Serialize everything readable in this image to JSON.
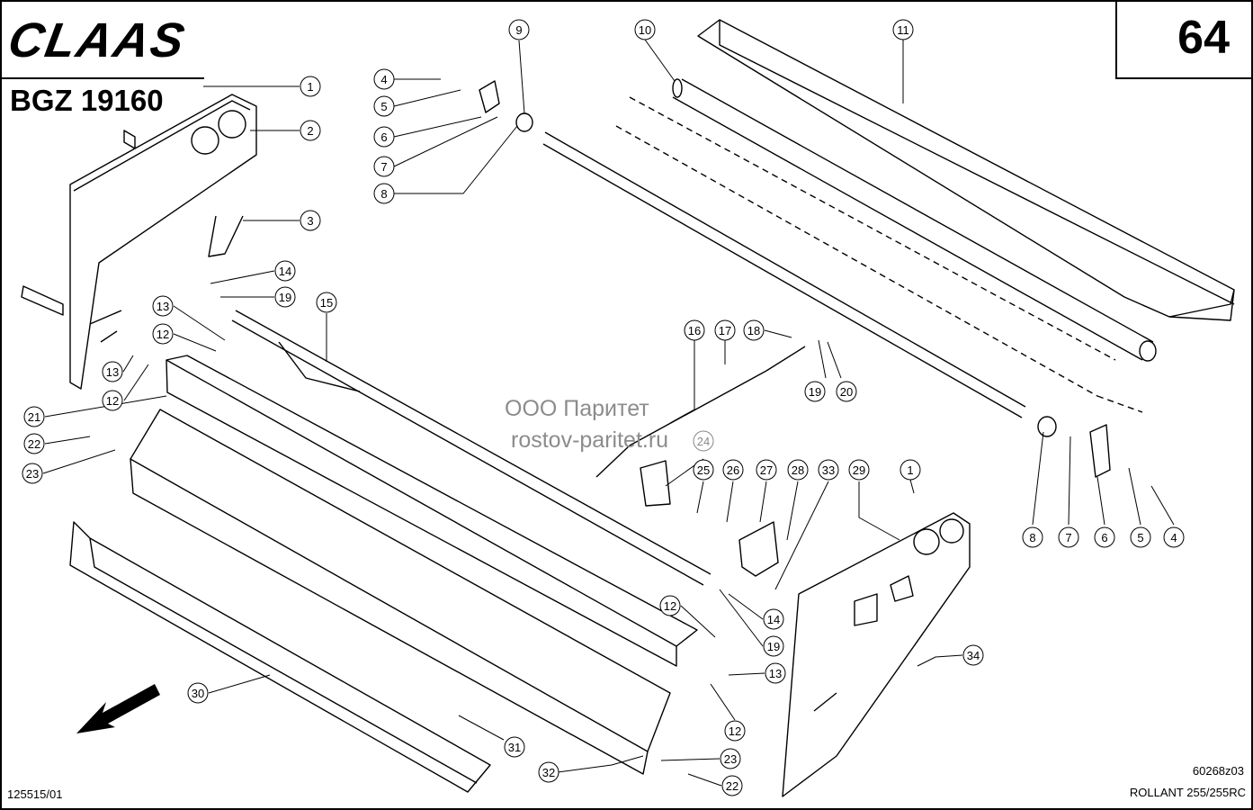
{
  "header": {
    "brand_logo": "CLAAS",
    "assembly_code": "BGZ 19160",
    "page_number": "64"
  },
  "watermark": {
    "line1": "ООО Паритет",
    "line2": "rostov-paritet.ru"
  },
  "footer": {
    "document_number": "125515/01",
    "drawing_number": "60268z03",
    "model": "ROLLANT 255/255RC"
  },
  "callouts": [
    {
      "n": "1"
    },
    {
      "n": "2"
    },
    {
      "n": "3"
    },
    {
      "n": "4"
    },
    {
      "n": "5"
    },
    {
      "n": "6"
    },
    {
      "n": "7"
    },
    {
      "n": "8"
    },
    {
      "n": "9"
    },
    {
      "n": "10"
    },
    {
      "n": "11"
    },
    {
      "n": "14"
    },
    {
      "n": "19"
    },
    {
      "n": "15"
    },
    {
      "n": "13"
    },
    {
      "n": "12"
    },
    {
      "n": "13"
    },
    {
      "n": "12"
    },
    {
      "n": "21"
    },
    {
      "n": "22"
    },
    {
      "n": "23"
    },
    {
      "n": "16"
    },
    {
      "n": "17"
    },
    {
      "n": "18"
    },
    {
      "n": "19"
    },
    {
      "n": "20"
    },
    {
      "n": "24"
    },
    {
      "n": "25"
    },
    {
      "n": "26"
    },
    {
      "n": "27"
    },
    {
      "n": "28"
    },
    {
      "n": "33"
    },
    {
      "n": "29"
    },
    {
      "n": "1"
    },
    {
      "n": "8"
    },
    {
      "n": "7"
    },
    {
      "n": "6"
    },
    {
      "n": "5"
    },
    {
      "n": "4"
    },
    {
      "n": "14"
    },
    {
      "n": "19"
    },
    {
      "n": "12"
    },
    {
      "n": "13"
    },
    {
      "n": "12"
    },
    {
      "n": "34"
    },
    {
      "n": "30"
    },
    {
      "n": "31"
    },
    {
      "n": "32"
    },
    {
      "n": "23"
    },
    {
      "n": "22"
    }
  ]
}
